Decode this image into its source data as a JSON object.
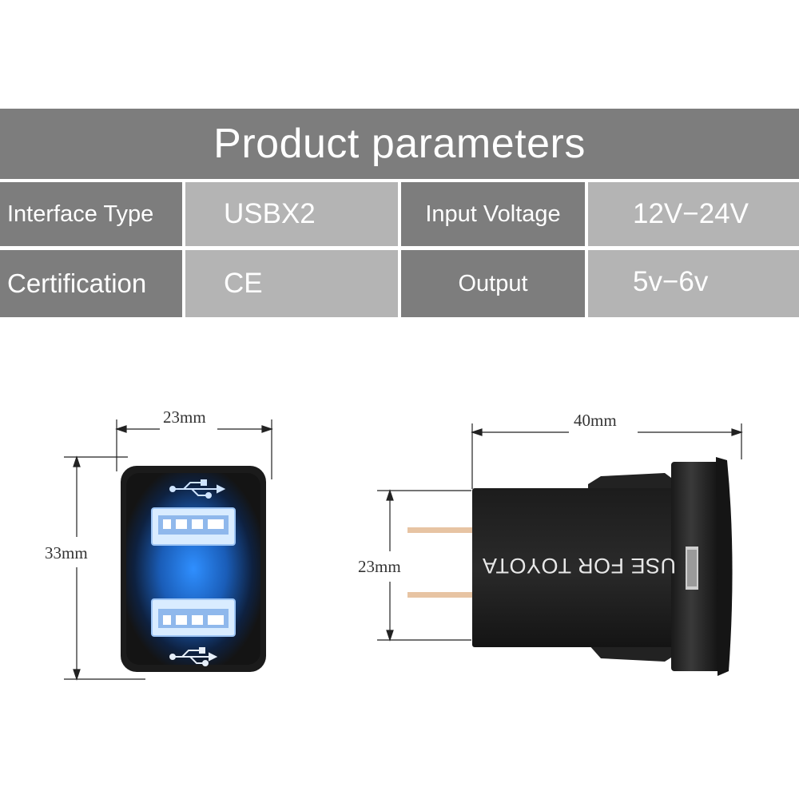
{
  "header": {
    "title": "Product parameters"
  },
  "params": [
    {
      "label": "Interface Type",
      "value": "USBX2"
    },
    {
      "label": "Input Voltage",
      "value": "12V−24V"
    },
    {
      "label": "Certification",
      "value": "CE"
    },
    {
      "label": "Output",
      "value": "5v−6v"
    }
  ],
  "front_view": {
    "width_label": "23mm",
    "height_label": "33mm"
  },
  "side_view": {
    "length_label": "40mm",
    "height_label": "23mm",
    "imprint": "USE FOR TOYOTA"
  },
  "colors": {
    "bar_dark": "#7d7d7d",
    "bar_light": "#b4b4b4",
    "glow": "#2a8cff"
  }
}
